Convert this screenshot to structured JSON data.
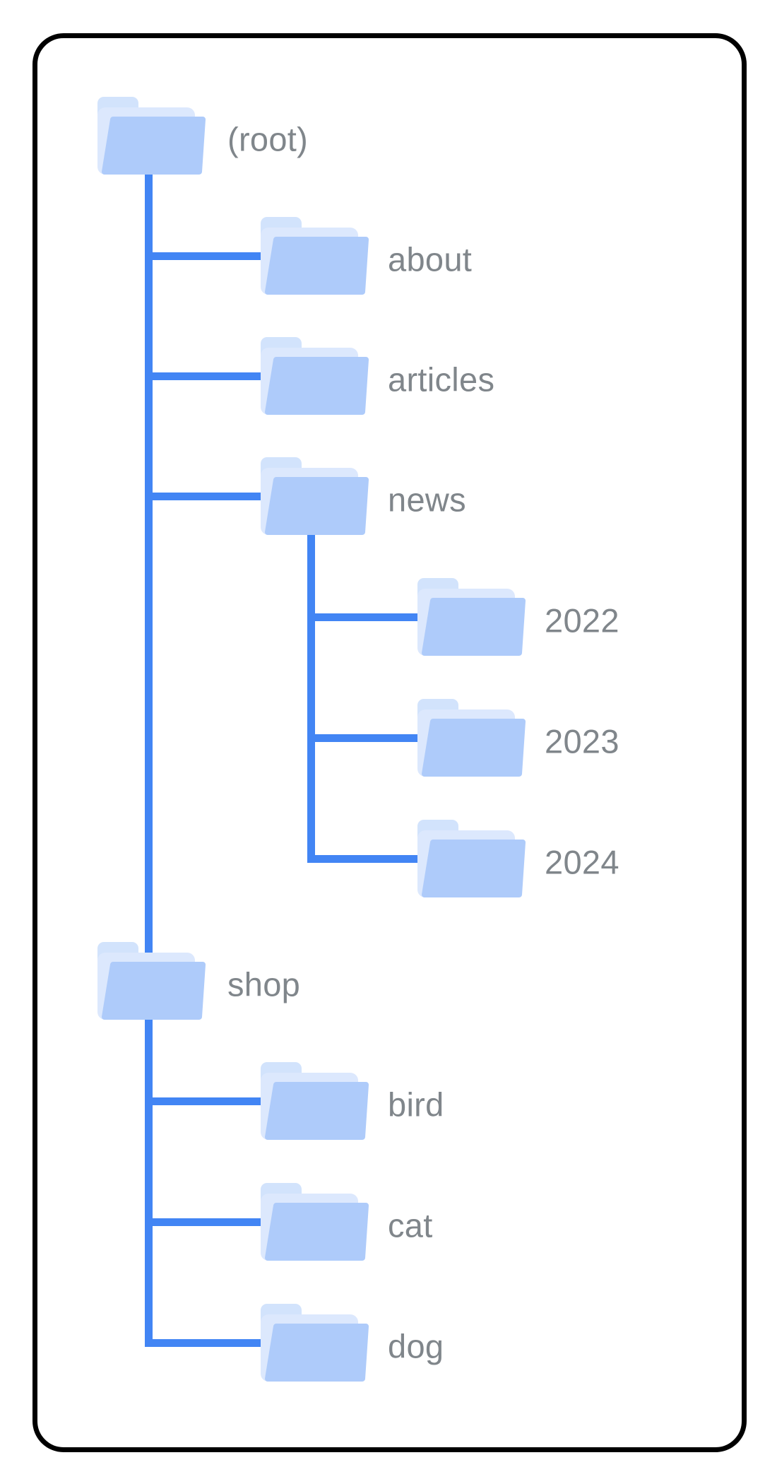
{
  "diagram": {
    "kind": "site-folder-hierarchy-tree",
    "palette": {
      "connector_blue": "#4285f4",
      "folder_front": "#aecbfa",
      "folder_back_tab": "#d2e3fc",
      "folder_back_sheet": "#dce8fd",
      "label_gray": "#80868b",
      "frame_border": "#000000"
    },
    "icons": {
      "node_icon": "folder-icon"
    },
    "root": {
      "label": "(root)",
      "children": [
        {
          "label": "about",
          "children": []
        },
        {
          "label": "articles",
          "children": []
        },
        {
          "label": "news",
          "children": [
            {
              "label": "2022"
            },
            {
              "label": "2023"
            },
            {
              "label": "2024"
            }
          ]
        },
        {
          "label": "shop",
          "children": [
            {
              "label": "bird"
            },
            {
              "label": "cat"
            },
            {
              "label": "dog"
            }
          ]
        }
      ]
    }
  }
}
